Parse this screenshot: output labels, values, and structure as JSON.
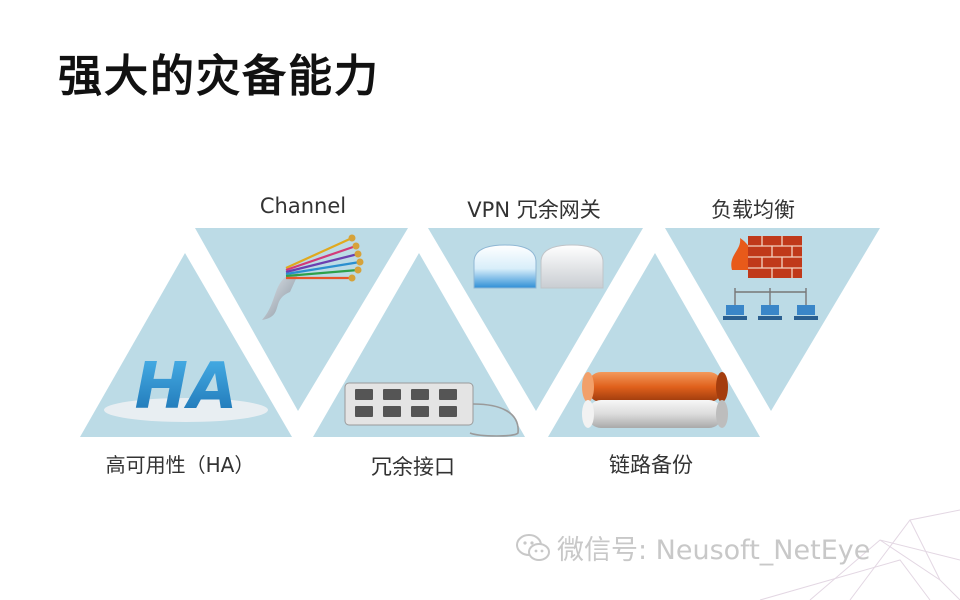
{
  "title": "强大的灾备能力",
  "features": [
    {
      "label": "高可用性（HA）",
      "icon": "ha-logo-icon",
      "glyph": "HA"
    },
    {
      "label": "Channel",
      "icon": "fiber-cable-icon"
    },
    {
      "label": "冗余接口",
      "icon": "network-switch-icon"
    },
    {
      "label": "VPN 冗余网关",
      "icon": "vpn-gateway-icon"
    },
    {
      "label": "链路备份",
      "icon": "backup-pipes-icon"
    },
    {
      "label": "负载均衡",
      "icon": "firewall-network-icon"
    }
  ],
  "watermark": {
    "text": "微信号: Neusoft_NetEye",
    "icon": "wechat-icon"
  },
  "colors": {
    "triangle": "#bcdbe6",
    "ha_blue": "#2a8fd0",
    "title": "#111111",
    "label": "#333333",
    "watermark": "#c8c8c8"
  }
}
